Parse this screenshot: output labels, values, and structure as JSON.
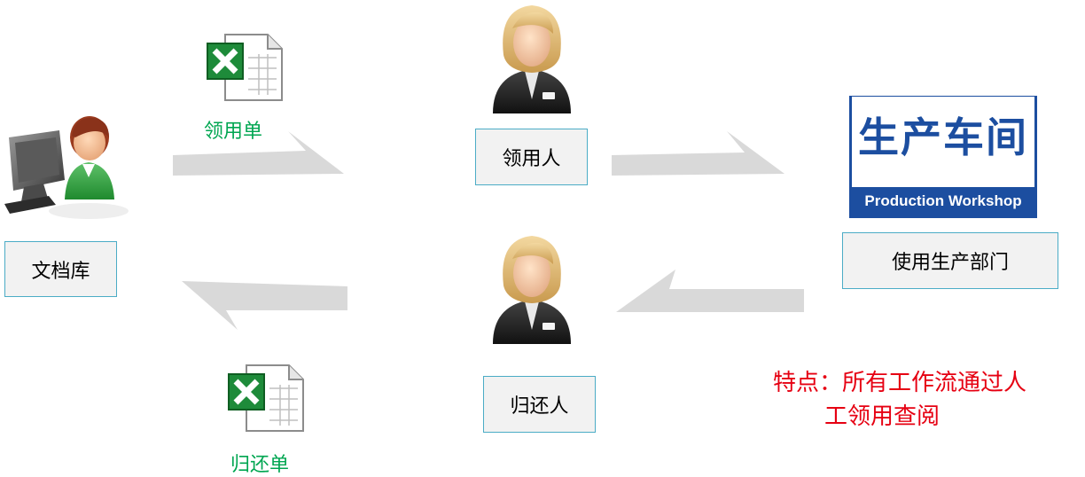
{
  "nodes": {
    "archive": "文档库",
    "requester": "领用人",
    "department": "使用生产部门",
    "returner": "归还人"
  },
  "documents": {
    "requisition_form": "领用单",
    "return_form": "归还单"
  },
  "workshop_sign": {
    "chinese": "生产车间",
    "english": "Production Workshop",
    "color_blue": "#1c4ea0"
  },
  "note": {
    "line1": "特点：所有工作流通过人",
    "line2": "工领用查阅"
  },
  "colors": {
    "box_border": "#4bacc6",
    "arrow": "#d9d9d9",
    "doc_label": "#00a651",
    "note": "#e60012"
  }
}
